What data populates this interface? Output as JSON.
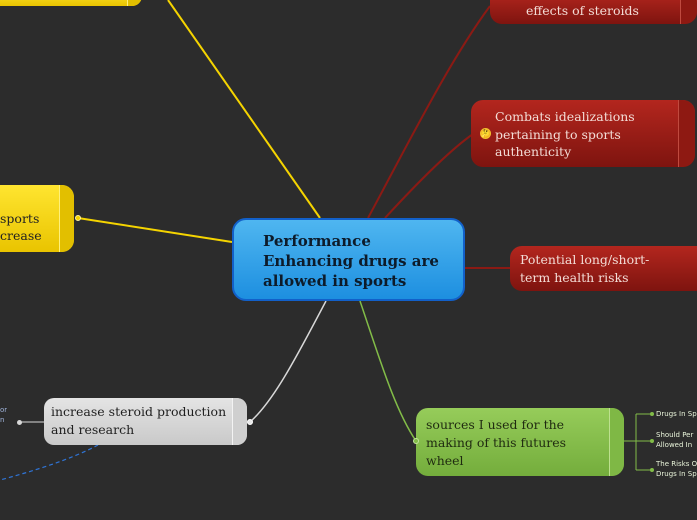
{
  "central": {
    "label": "Performance Enhancing drugs are allowed in sports"
  },
  "red_nodes": [
    {
      "label": "effects of steroids"
    },
    {
      "label": "Combats idealizations pertaining to sports authenticity"
    },
    {
      "label": "Potential long/short-term health risks"
    }
  ],
  "yellow_node": {
    "label": "sports\ncrease"
  },
  "grey_node": {
    "label": "increase steroid production and research"
  },
  "grey_left_text": {
    "line1": "or",
    "line2": "n"
  },
  "green_node": {
    "label": "sources I used for the making of this futures wheel"
  },
  "green_children": [
    {
      "label": "Drugs In Sp"
    },
    {
      "label": "Should Per"
    },
    {
      "label": "Allowed In"
    },
    {
      "label": "The Risks O"
    },
    {
      "label": "Drugs In Sp"
    }
  ],
  "colors": {
    "background": "#2c2c2c",
    "central": "#3aa6ec",
    "red": "#9b1e17",
    "yellow": "#f5d400",
    "grey": "#d6d6d6",
    "green": "#82bc48"
  },
  "icons": {
    "red_node_emoji": "thinking-face-icon"
  }
}
